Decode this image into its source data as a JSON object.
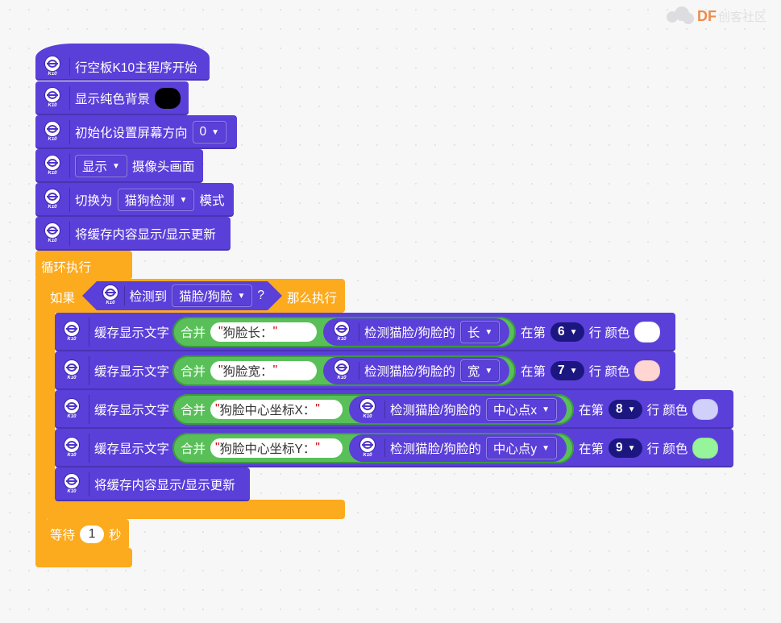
{
  "logo": {
    "brand": "DF",
    "community": "创客社区"
  },
  "blocks": {
    "main_start": "行空板K10主程序开始",
    "show_bg": "显示纯色背景",
    "show_bg_color": "#000000",
    "init_dir": "初始化设置屏幕方向",
    "init_dir_value": "0",
    "show_mode": "显示",
    "camera": "摄像头画面",
    "switch_to": "切换为",
    "switch_mode": "猫狗检测",
    "mode": "模式",
    "update_display": "将缓存内容显示/显示更新",
    "loop": "循环执行",
    "if": "如果",
    "detected": "检测到",
    "detect_target": "猫脸/狗脸",
    "question": "?",
    "then": "那么执行",
    "wait": "等待",
    "wait_value": "1",
    "second": "秒",
    "k10_tag": "K10"
  },
  "rows": [
    {
      "prefix": "缓存显示文字",
      "join": "合并",
      "text": "      狗脸长：",
      "detect": "检测猫脸/狗脸的",
      "prop": "长",
      "at": "在第",
      "line": "6",
      "row_label": "行 颜色",
      "color": "#ffffff"
    },
    {
      "prefix": "缓存显示文字",
      "join": "合并",
      "text": "      狗脸宽：",
      "detect": "检测猫脸/狗脸的",
      "prop": "宽",
      "at": "在第",
      "line": "7",
      "row_label": "行 颜色",
      "color": "#ffd6d2"
    },
    {
      "prefix": "缓存显示文字",
      "join": "合并",
      "text": "狗脸中心坐标X：",
      "detect": "检测猫脸/狗脸的",
      "prop": "中心点x",
      "at": "在第",
      "line": "8",
      "row_label": "行 颜色",
      "color": "#d0d0fb"
    },
    {
      "prefix": "缓存显示文字",
      "join": "合并",
      "text": "狗脸中心坐标Y：",
      "detect": "检测猫脸/狗脸的",
      "prop": "中心点y",
      "at": "在第",
      "line": "9",
      "row_label": "行 颜色",
      "color": "#96f59a"
    }
  ],
  "inner_update": "将缓存内容显示/显示更新"
}
